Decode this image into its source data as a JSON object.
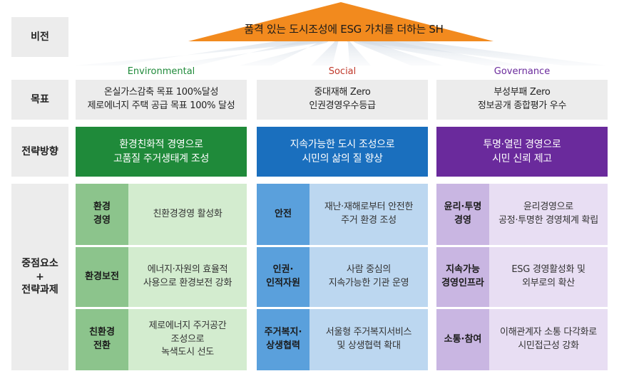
{
  "row_labels": {
    "vision": "비전",
    "goals": "목표",
    "strategy": "전략방향",
    "focus_line1": "중점요소",
    "focus_plus": "+",
    "focus_line2": "전략과제"
  },
  "vision": "품격 있는 도시조성에 ESG 가치를 더하는 SH",
  "colors": {
    "roof": "#f28a1e",
    "env_strategy": "#1f8a3a",
    "env_key": "#8cc48c",
    "env_val": "#d3eccf",
    "soc_strategy": "#1a6fbe",
    "soc_key": "#5aa0dc",
    "soc_val": "#bcd7f0",
    "gov_strategy": "#6a2a9c",
    "gov_key": "#c9b6e2",
    "gov_val": "#e8def3",
    "label_bg": "#ececec"
  },
  "columns": [
    {
      "header": "Environmental",
      "header_color": "#1f8a3a",
      "goals": [
        "온실가스감축 목표 100%달성",
        "제로에너지 주택 공급 목표 100% 달성"
      ],
      "strategy": [
        "환경친화적 경영으로",
        "고품질 주거생태계 조성"
      ],
      "tasks": [
        {
          "key": [
            "환경",
            "경영"
          ],
          "value": [
            "친환경경영 활성화"
          ]
        },
        {
          "key": [
            "환경보전"
          ],
          "value": [
            "에너지·자원의 효율적",
            "사용으로 환경보전 강화"
          ]
        },
        {
          "key": [
            "친환경",
            "전환"
          ],
          "value": [
            "제로에너지 주거공간",
            "조성으로",
            "녹색도시 선도"
          ]
        }
      ]
    },
    {
      "header": "Social",
      "header_color": "#c0392b",
      "goals": [
        "중대재해 Zero",
        "인권경영우수등급"
      ],
      "strategy": [
        "지속가능한 도시 조성으로",
        "시민의 삶의 질 향상"
      ],
      "tasks": [
        {
          "key": [
            "안전"
          ],
          "value": [
            "재난·재해로부터 안전한",
            "주거 환경 조성"
          ]
        },
        {
          "key": [
            "인권·",
            "인적자원"
          ],
          "value": [
            "사람 중심의",
            "지속가능한 기관 운영"
          ]
        },
        {
          "key": [
            "주거복지·",
            "상생협력"
          ],
          "value": [
            "서울형 주거복지서비스",
            "및 상생협력 확대"
          ]
        }
      ]
    },
    {
      "header": "Governance",
      "header_color": "#6a2a9c",
      "goals": [
        "부성부패 Zero",
        "정보공개 종합평가 우수"
      ],
      "strategy": [
        "투명·열린 경영으로",
        "시민 신뢰 제고"
      ],
      "tasks": [
        {
          "key": [
            "윤리·투명",
            "경영"
          ],
          "value": [
            "윤리경영으로",
            "공정·투명한 경영체계 확립"
          ]
        },
        {
          "key": [
            "지속가능",
            "경영인프라"
          ],
          "value": [
            "ESG 경영활성화 및",
            "외부로의 확산"
          ]
        },
        {
          "key": [
            "소통·참여"
          ],
          "value": [
            "이해관계자 소통 다각화로",
            "시민접근성 강화"
          ]
        }
      ]
    }
  ]
}
